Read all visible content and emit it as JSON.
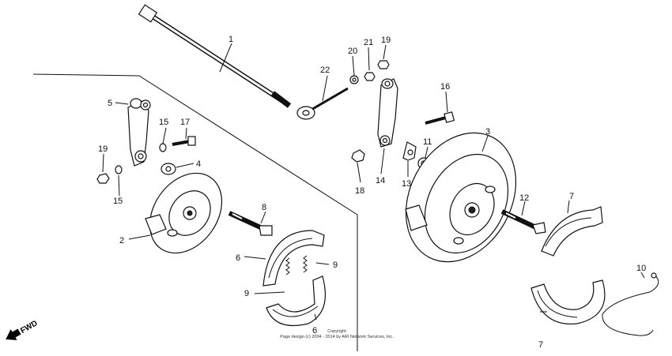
{
  "diagram": {
    "callouts": [
      "1",
      "2",
      "3",
      "4",
      "5",
      "6",
      "6",
      "7",
      "7",
      "8",
      "9",
      "9",
      "10",
      "11",
      "12",
      "13",
      "14",
      "15",
      "15",
      "16",
      "17",
      "18",
      "19",
      "19",
      "20",
      "21",
      "22"
    ],
    "fwd_label": "FWD",
    "copyright_line1": "Copyright",
    "copyright_line2": "Page design (c) 2004 - 2014 by ARI Network Services, Inc."
  }
}
